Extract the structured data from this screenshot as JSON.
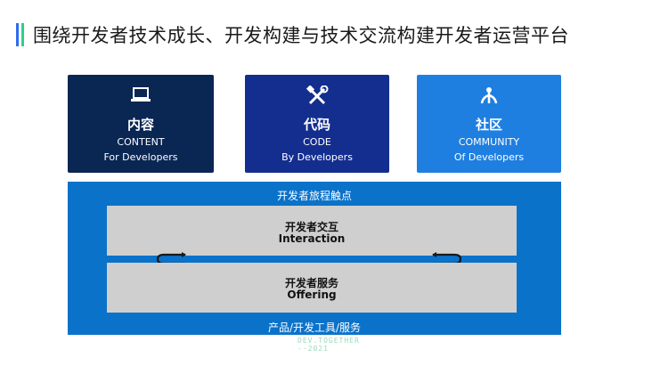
{
  "title": "围绕开发者技术成长、开发构建与技术交流构建开发者运营平台",
  "cards": [
    {
      "name": "内容",
      "en": "CONTENT",
      "sub": "For Developers",
      "icon": "laptop-icon"
    },
    {
      "name": "代码",
      "en": "CODE",
      "sub": "By Developers",
      "icon": "tools-icon"
    },
    {
      "name": "社区",
      "en": "COMMUNITY",
      "sub": "Of Developers",
      "icon": "network-icon"
    }
  ],
  "platform": {
    "top_label": "开发者旅程触点",
    "bottom_label": "产品/开发工具/服务",
    "interaction": {
      "zh": "开发者交互",
      "en": "Interaction"
    },
    "offering": {
      "zh": "开发者服务",
      "en": "Offering"
    }
  },
  "watermark": {
    "line1": "DEV.TOGETHER",
    "line2": "-·2021"
  },
  "colors": {
    "content_card": "#0a2653",
    "code_card": "#142e8f",
    "community_card": "#1f7fe0",
    "platform_bg": "#0b72c9",
    "panel_bg": "#cfcfcf"
  }
}
